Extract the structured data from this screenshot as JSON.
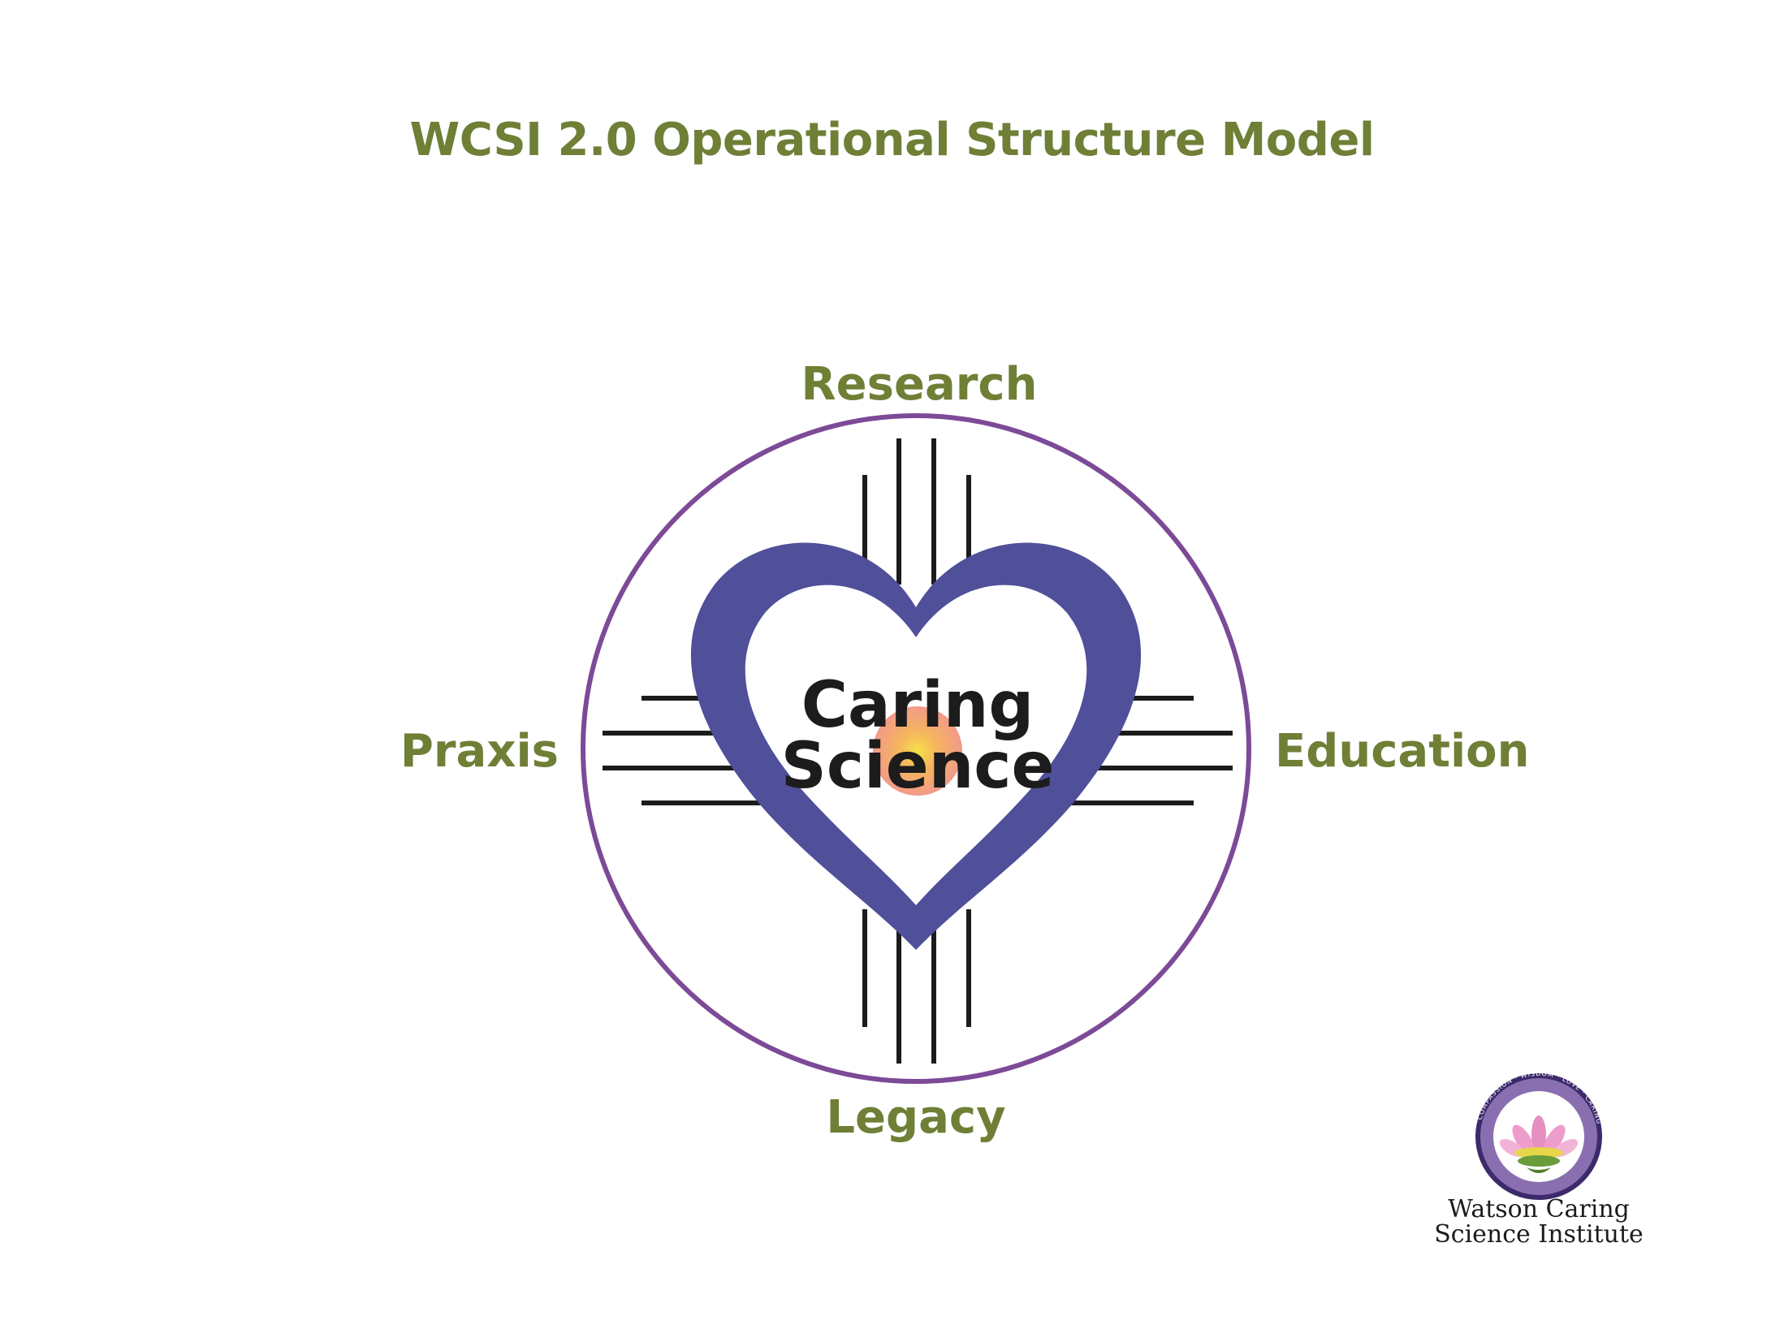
{
  "title": "WCSI 2.0 Operational Structure Model",
  "diagram": {
    "top_label": "Research",
    "left_label": "Praxis",
    "right_label": "Education",
    "bottom_label": "Legacy",
    "center_line1": "Caring",
    "center_line2": "Science"
  },
  "logo": {
    "name_line1": "Watson Caring",
    "name_line2": "Science Institute",
    "ring_text": "COMPASSION · WISDOM · LOVE · CARING"
  },
  "colors": {
    "title_green": "#6f7f36",
    "circle_purple": "#7d4a97",
    "heart_blue": "#4f4f9a",
    "line_black": "#1c1c1c",
    "glow_orange": "#f2a56e"
  }
}
